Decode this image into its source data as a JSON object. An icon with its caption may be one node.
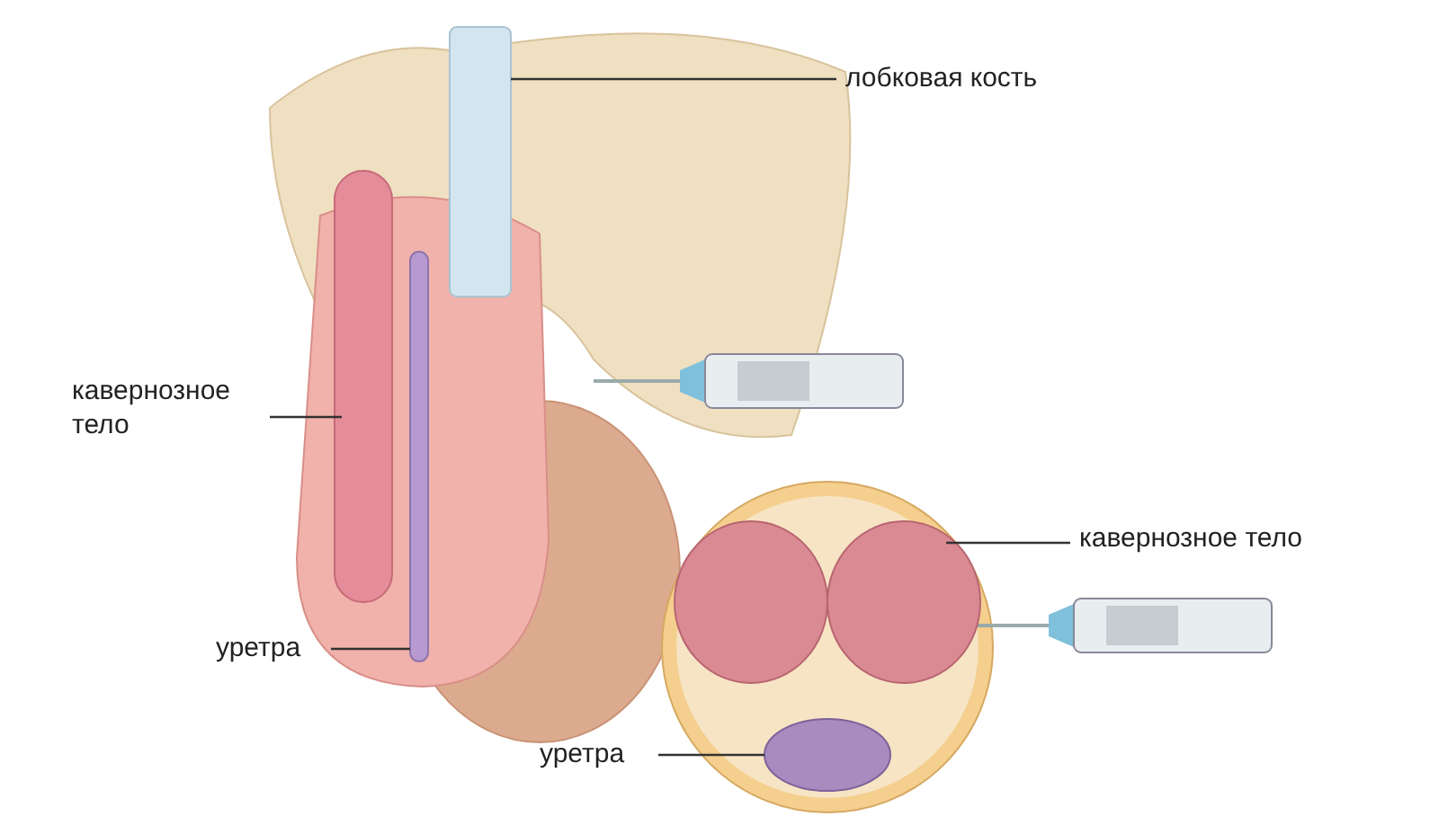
{
  "diagram": {
    "nodes": [
      {
        "text": [
          "лобковая кость"
        ]
      },
      {
        "text": [],
        "shape": "box"
      },
      {
        "text": [
          "кавернозное тело"
        ]
      },
      {
        "text": [],
        "shape": "bar"
      },
      {
        "text": [
          "уретра"
        ]
      },
      {
        "text": [],
        "shape": "bar"
      },
      {
        "text": [
          "кавернозное тело"
        ]
      },
      {
        "text": [],
        "shape": "circle"
      },
      {
        "text": [
          "уретра"
        ]
      },
      {
        "text": [],
        "shape": "circle"
      }
    ],
    "edges": [
      {
        "from": 0,
        "to": 1,
        "arrow": "none"
      },
      {
        "from": 2,
        "to": 3,
        "arrow": "none"
      },
      {
        "from": 4,
        "to": 5,
        "arrow": "none"
      },
      {
        "from": 6,
        "to": 7,
        "arrow": "none"
      },
      {
        "from": 8,
        "to": 9,
        "arrow": "none"
      }
    ]
  }
}
